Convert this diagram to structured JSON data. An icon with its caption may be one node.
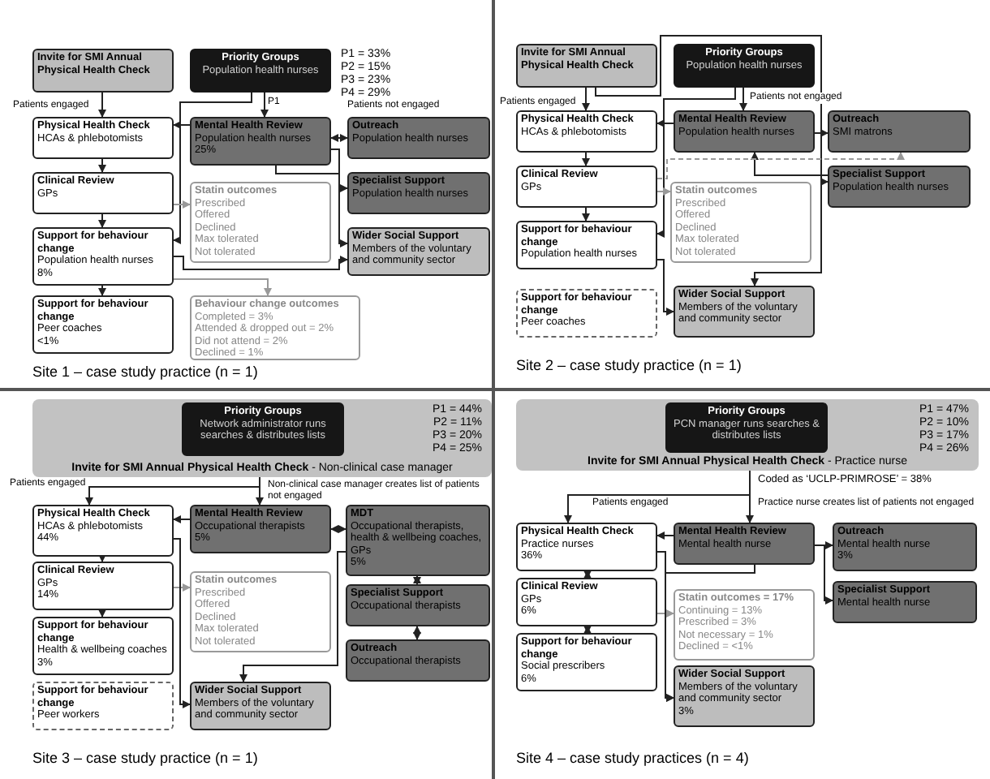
{
  "diagram": {
    "nodes": [
      {
        "text": [
          "Invite for SMI Annual Physical Health Check"
        ]
      },
      {
        "text": [
          "Priority Groups",
          "Population health nurses"
        ],
        "beside": [
          "P1 = 33%",
          "P2 = 15%",
          "P3 = 23%",
          "P4 = 29%"
        ]
      },
      {
        "text": [
          "Physical Health Check",
          "HCAs & phlebotomists"
        ]
      },
      {
        "text": [
          "Mental Health Review",
          "Population health nurses",
          "25%"
        ]
      },
      {
        "text": [
          "Outreach",
          "Population health nurses"
        ]
      },
      {
        "text": [
          "Specialist Support",
          "Population health nurses"
        ]
      },
      {
        "text": [
          "Clinical Review",
          "GPs"
        ]
      },
      {
        "text": [
          "Statin outcomes",
          "Prescribed",
          "Offered",
          "Declined",
          "Max tolerated",
          "Not tolerated"
        ]
      },
      {
        "text": [
          "Wider Social Support",
          "Members of the voluntary and community sector"
        ]
      },
      {
        "text": [
          "Support for behaviour change",
          "Population health nurses",
          "8%"
        ]
      },
      {
        "text": [
          "Behaviour change outcomes",
          "Completed = 3%",
          "Attended & dropped out = 2%",
          "Did not attend = 2%",
          "Declined = 1%"
        ]
      },
      {
        "text": [
          "Support for behaviour change",
          "Peer coaches",
          "<1%"
        ]
      },
      {
        "text": [
          "Invite for SMI Annual Physical Health Check"
        ]
      },
      {
        "text": [
          "Priority Groups",
          "Population health nurses"
        ]
      },
      {
        "text": [
          "Physical Health Check",
          "HCAs & phlebotomists"
        ]
      },
      {
        "text": [
          "Mental Health Review",
          "Population health nurses"
        ]
      },
      {
        "text": [
          "Outreach",
          "SMI matrons"
        ]
      },
      {
        "text": [
          "Specialist Support",
          "Population health nurses"
        ]
      },
      {
        "text": [
          "Clinical Review",
          "GPs"
        ]
      },
      {
        "text": [
          "Statin outcomes",
          "Prescribed",
          "Offered",
          "Declined",
          "Max tolerated",
          "Not tolerated"
        ]
      },
      {
        "text": [
          "Support for behaviour change",
          "Population health nurses"
        ]
      },
      {
        "text": [
          "Support for behaviour change",
          "Peer coaches"
        ]
      },
      {
        "text": [
          "Wider Social Support",
          "Members of the voluntary and community sector"
        ]
      },
      {
        "text": [
          "P1 = 44%",
          "P2 = 11%",
          "P3 = 20%",
          "P4 = 25%",
          "**Invite for SMI Annual Physical Health Check** - Non-clinical case manager"
        ]
      },
      {
        "text": [
          "Priority Groups",
          "Network administrator runs searches & distributes lists"
        ],
        "in": 23
      },
      {
        "text": [
          "Physical Health Check",
          "HCAs & phlebotomists",
          "44%"
        ]
      },
      {
        "text": [
          "Mental Health Review",
          "Occupational therapists",
          "5%"
        ]
      },
      {
        "text": [
          "MDT",
          "Occupational therapists, health & wellbeing coaches, GPs",
          "5%"
        ]
      },
      {
        "text": [
          "Clinical Review",
          "GPs",
          "14%"
        ]
      },
      {
        "text": [
          "Statin outcomes",
          "Prescribed",
          "Offered",
          "Declined",
          "Max tolerated",
          "Not tolerated"
        ]
      },
      {
        "text": [
          "Specialist Support",
          "Occupational therapists"
        ]
      },
      {
        "text": [
          "Support for behaviour change",
          "Health & wellbeing coaches",
          "3%"
        ]
      },
      {
        "text": [
          "Outreach",
          "Occupational therapists"
        ]
      },
      {
        "text": [
          "Support for behaviour change",
          "Peer workers"
        ]
      },
      {
        "text": [
          "Wider Social Support",
          "Members of the voluntary and community sector"
        ]
      },
      {
        "text": [
          "P1 = 47%",
          "P2 = 10%",
          "P3 = 17%",
          "P4 = 26%",
          "**Invite for SMI Annual Physical Health Check** - Practice nurse"
        ]
      },
      {
        "text": [
          "Priority Groups",
          "PCN manager runs searches & distributes lists"
        ],
        "in": 35
      },
      {
        "text": [
          "Physical Health Check",
          "Practice nurses",
          "36%"
        ]
      },
      {
        "text": [
          "Mental Health Review",
          "Mental health nurse"
        ]
      },
      {
        "text": [
          "Outreach",
          "Mental health nurse",
          "3%"
        ]
      },
      {
        "text": [
          "Clinical Review",
          "GPs",
          "6%"
        ]
      },
      {
        "text": [
          "Specialist Support",
          "Mental health nurse"
        ]
      },
      {
        "text": [
          "Statin outcomes = 17%",
          "Continuing = 13%",
          "Prescribed = 3%",
          "Not necessary = 1%",
          "Declined = <1%"
        ]
      },
      {
        "text": [
          "Support for behaviour change",
          "Social prescribers",
          "6%"
        ]
      },
      {
        "text": [
          "Wider Social Support",
          "Members of the voluntary and community sector",
          "3%"
        ]
      }
    ],
    "edges": [
      {
        "from": 0,
        "to": 2,
        "arrow": "to",
        "label": "Patients engaged"
      },
      {
        "from": 1,
        "to": 3,
        "arrow": "to",
        "label": "P1"
      },
      {
        "from": 1,
        "to": 9,
        "arrow": "to"
      },
      {
        "from": 3,
        "to": 2,
        "arrow": "to"
      },
      {
        "from": 3,
        "to": 4,
        "arrow": "both",
        "label": "Patients not engaged"
      },
      {
        "from": 3,
        "to": 5,
        "arrow": "to"
      },
      {
        "from": 3,
        "to": 8,
        "arrow": "to"
      },
      {
        "from": 2,
        "to": 6,
        "arrow": "to"
      },
      {
        "from": 6,
        "to": 9,
        "arrow": "to"
      },
      {
        "from": 9,
        "to": 11,
        "arrow": "to"
      },
      {
        "from": 6,
        "to": 7,
        "arrow": "to",
        "color": "#999999"
      },
      {
        "from": 9,
        "to": 10,
        "arrow": "to",
        "color": "#999999"
      },
      {
        "from": 9,
        "to": 8,
        "arrow": "to"
      },
      {
        "from": 12,
        "to": 14,
        "arrow": "to",
        "label": "Patients engaged"
      },
      {
        "from": 13,
        "to": 15,
        "arrow": "to",
        "label": "Patients not engaged"
      },
      {
        "from": 13,
        "to": 20,
        "arrow": "to"
      },
      {
        "from": 12,
        "to": 17,
        "arrow": "to"
      },
      {
        "from": 12,
        "to": 22,
        "arrow": "to"
      },
      {
        "from": 15,
        "to": 14,
        "arrow": "to"
      },
      {
        "from": 15,
        "to": 16,
        "arrow": "to"
      },
      {
        "from": 17,
        "to": 15,
        "arrow": "to"
      },
      {
        "from": 14,
        "to": 18,
        "arrow": "to"
      },
      {
        "from": 18,
        "to": 20,
        "arrow": "to"
      },
      {
        "from": 18,
        "to": 19,
        "arrow": "to",
        "color": "#999999"
      },
      {
        "from": 18,
        "to": 16,
        "arrow": "to",
        "style": "dashed",
        "color": "#999999"
      },
      {
        "from": 20,
        "to": 22,
        "arrow": "to"
      },
      {
        "from": 23,
        "to": 25,
        "arrow": "to",
        "label": "Patients engaged"
      },
      {
        "from": 23,
        "to": 26,
        "arrow": "to",
        "label": "Non-clinical case manager creates list of patients not engaged"
      },
      {
        "from": 26,
        "to": 25,
        "arrow": "to"
      },
      {
        "from": 26,
        "to": 27,
        "arrow": "both"
      },
      {
        "from": 27,
        "to": 30,
        "arrow": "both"
      },
      {
        "from": 30,
        "to": 32,
        "arrow": "both"
      },
      {
        "from": 27,
        "to": 34,
        "arrow": "to"
      },
      {
        "from": 25,
        "to": 28,
        "arrow": "to"
      },
      {
        "from": 28,
        "to": 31,
        "arrow": "to"
      },
      {
        "from": 28,
        "to": 29,
        "arrow": "to",
        "color": "#999999"
      },
      {
        "from": 25,
        "to": 34,
        "arrow": "to"
      },
      {
        "from": 35,
        "to": 37,
        "arrow": "to",
        "label": "Patients engaged"
      },
      {
        "from": 35,
        "to": 38,
        "arrow": "to",
        "label": "Practice nurse creates list of patients not engaged"
      },
      {
        "from": 38,
        "to": 37,
        "arrow": "to"
      },
      {
        "from": 38,
        "to": 39,
        "arrow": "to"
      },
      {
        "from": 38,
        "to": 41,
        "arrow": "to"
      },
      {
        "from": 37,
        "to": 40,
        "arrow": "both"
      },
      {
        "from": 40,
        "to": 43,
        "arrow": "both"
      },
      {
        "from": 40,
        "to": 42,
        "arrow": "to",
        "color": "#999999"
      },
      {
        "from": 37,
        "to": 44,
        "arrow": "to"
      },
      {
        "from": 38,
        "to": 44,
        "arrow": "to"
      }
    ],
    "labels": [
      "Site 1 – case study practice (n = 1)",
      "Site 2 – case study practice (n = 1)",
      "Coded as ‘UCLP-PRIMROSE’ = 38%",
      "Site 3 – case study practice (n = 1)",
      "Site 4 – case study practices (n = 4)"
    ]
  }
}
